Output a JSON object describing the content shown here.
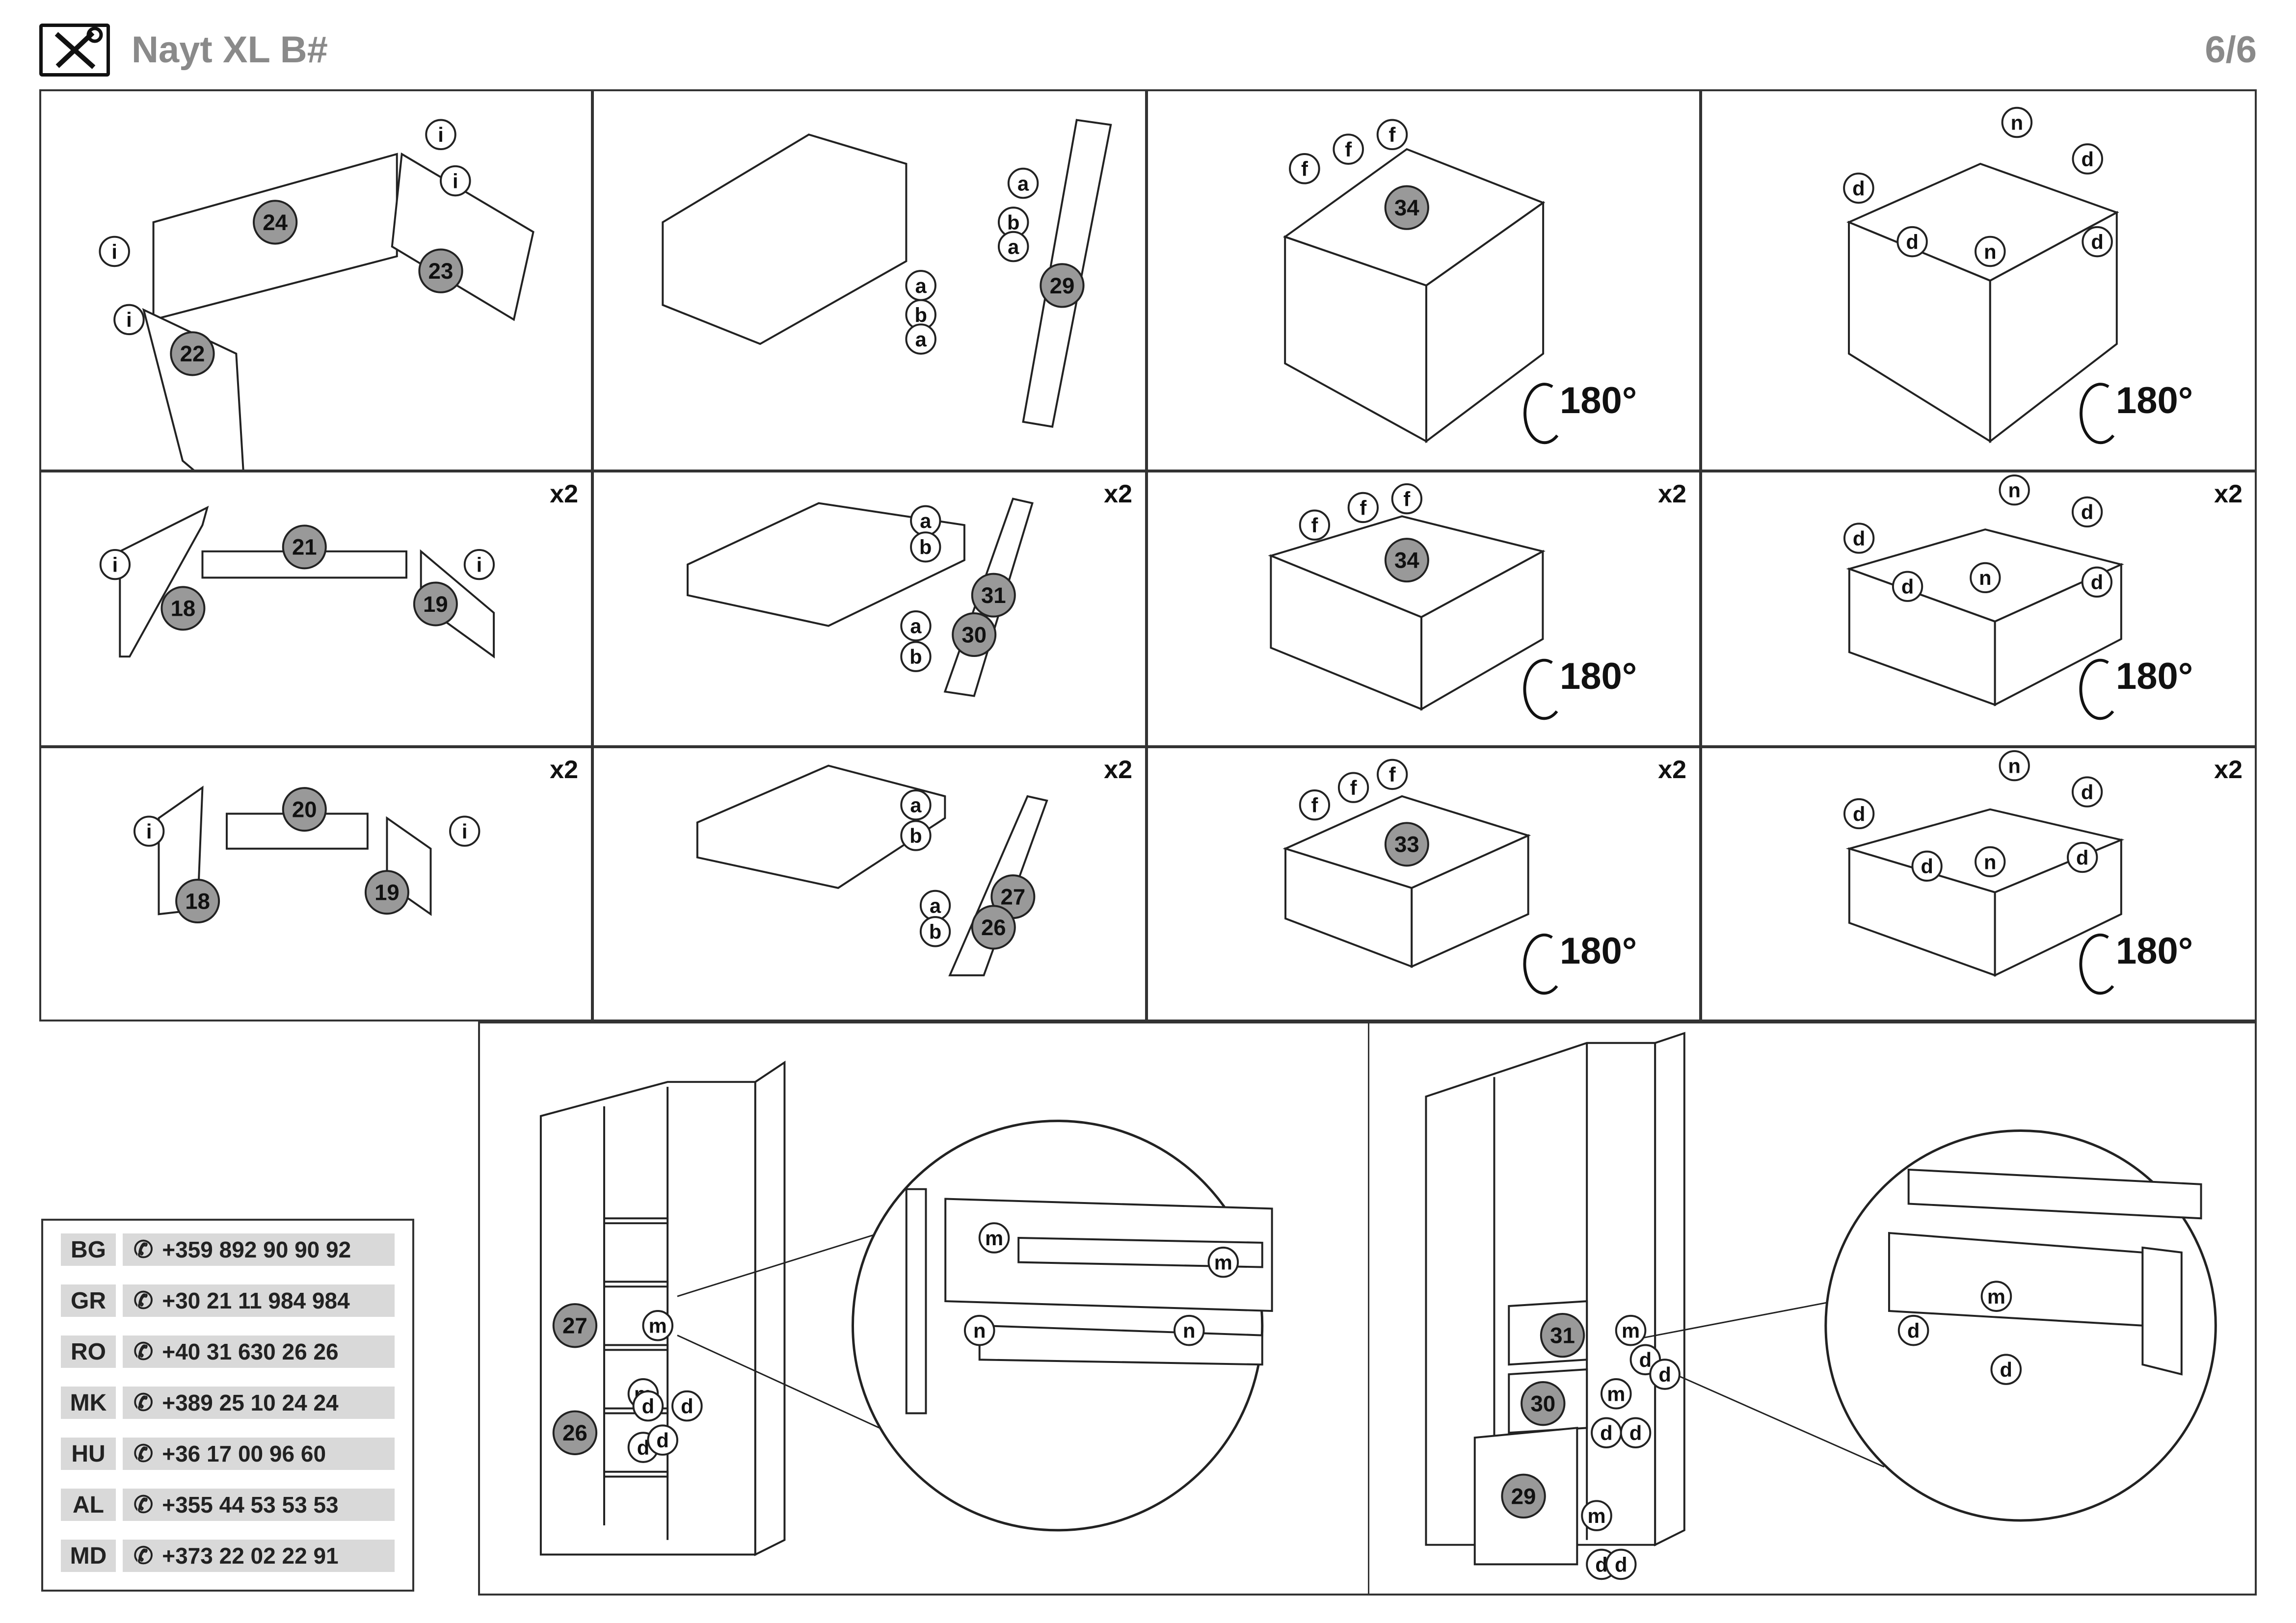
{
  "header": {
    "title": "Nayt XL B#",
    "page": "6/6",
    "icon": "tools-icon"
  },
  "panels": [
    {
      "labels": [
        "24",
        "23",
        "22"
      ],
      "tags": [
        "i",
        "i",
        "i",
        "i"
      ],
      "x2": ""
    },
    {
      "labels": [
        "29"
      ],
      "tags": [
        "a",
        "b",
        "a",
        "a",
        "b",
        "a"
      ],
      "x2": ""
    },
    {
      "labels": [
        "34"
      ],
      "tags": [
        "f",
        "f",
        "f"
      ],
      "x2": "",
      "rotation": "180°"
    },
    {
      "labels": [],
      "tags": [
        "d",
        "n",
        "d",
        "d",
        "n",
        "d"
      ],
      "x2": "",
      "rotation": "180°"
    },
    {
      "labels": [
        "21",
        "18",
        "19"
      ],
      "tags": [
        "i",
        "i"
      ],
      "x2": "x2"
    },
    {
      "labels": [
        "31",
        "30"
      ],
      "tags": [
        "a",
        "b",
        "a",
        "b"
      ],
      "x2": "x2"
    },
    {
      "labels": [
        "34"
      ],
      "tags": [
        "f",
        "f",
        "f"
      ],
      "x2": "x2",
      "rotation": "180°"
    },
    {
      "labels": [],
      "tags": [
        "d",
        "n",
        "d",
        "d",
        "n",
        "d"
      ],
      "x2": "x2",
      "rotation": "180°"
    },
    {
      "labels": [
        "20",
        "18",
        "19"
      ],
      "tags": [
        "i",
        "i"
      ],
      "x2": "x2"
    },
    {
      "labels": [
        "27",
        "26"
      ],
      "tags": [
        "a",
        "b",
        "a",
        "b"
      ],
      "x2": "x2"
    },
    {
      "labels": [
        "33"
      ],
      "tags": [
        "f",
        "f",
        "f"
      ],
      "x2": "x2",
      "rotation": "180°"
    },
    {
      "labels": [],
      "tags": [
        "d",
        "n",
        "d",
        "d",
        "n",
        "d"
      ],
      "x2": "x2",
      "rotation": "180°"
    }
  ],
  "bottom": {
    "left": {
      "labels": [
        "27",
        "26"
      ],
      "tags": [
        "m",
        "m",
        "d",
        "d",
        "d",
        "d",
        "m",
        "m",
        "n",
        "n"
      ]
    },
    "right": {
      "labels": [
        "31",
        "30",
        "29"
      ],
      "tags": [
        "m",
        "d",
        "d",
        "m",
        "d",
        "d",
        "m",
        "d",
        "d",
        "m",
        "d",
        "d"
      ]
    }
  },
  "contacts": [
    {
      "code": "BG",
      "phone": "+359 892 90 90 92"
    },
    {
      "code": "GR",
      "phone": "+30 21 11 984 984"
    },
    {
      "code": "RO",
      "phone": "+40 31 630 26 26"
    },
    {
      "code": "MK",
      "phone": "+389 25 10 24 24"
    },
    {
      "code": "HU",
      "phone": "+36 17 00 96 60"
    },
    {
      "code": "AL",
      "phone": "+355 44 53 53 53"
    },
    {
      "code": "MD",
      "phone": "+373 22 02 22 91"
    }
  ]
}
